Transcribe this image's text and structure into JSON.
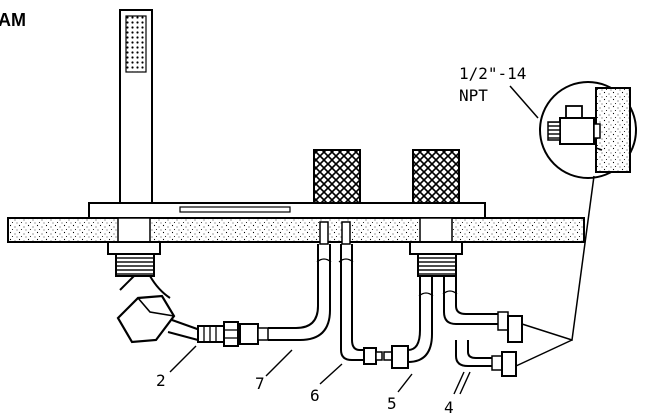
{
  "header": {
    "title_fragment": "AM"
  },
  "callout": {
    "line1": "1/2\"-14",
    "line2": "NPT"
  },
  "labels": {
    "l2": "2",
    "l7": "7",
    "l6": "6",
    "l5": "5",
    "l4": "4"
  },
  "colors": {
    "ink": "#000000",
    "paper": "#ffffff"
  }
}
